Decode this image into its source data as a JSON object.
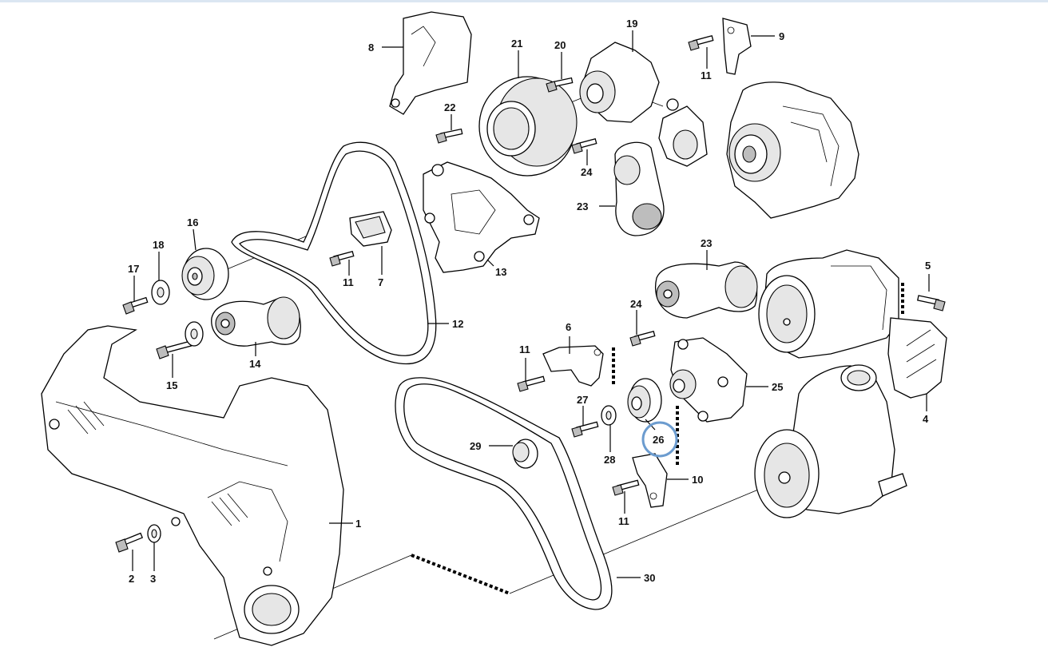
{
  "highlight_color": "#6c9ccf",
  "callouts": [
    {
      "id": "c1",
      "label": "1"
    },
    {
      "id": "c2",
      "label": "2"
    },
    {
      "id": "c3",
      "label": "3"
    },
    {
      "id": "c4",
      "label": "4"
    },
    {
      "id": "c5",
      "label": "5"
    },
    {
      "id": "c6",
      "label": "6"
    },
    {
      "id": "c7",
      "label": "7"
    },
    {
      "id": "c8",
      "label": "8"
    },
    {
      "id": "c9",
      "label": "9"
    },
    {
      "id": "c10",
      "label": "10"
    },
    {
      "id": "c11a",
      "label": "11"
    },
    {
      "id": "c11b",
      "label": "11"
    },
    {
      "id": "c11c",
      "label": "11"
    },
    {
      "id": "c11d",
      "label": "11"
    },
    {
      "id": "c12",
      "label": "12"
    },
    {
      "id": "c13",
      "label": "13"
    },
    {
      "id": "c14",
      "label": "14"
    },
    {
      "id": "c15",
      "label": "15"
    },
    {
      "id": "c16",
      "label": "16"
    },
    {
      "id": "c17",
      "label": "17"
    },
    {
      "id": "c18",
      "label": "18"
    },
    {
      "id": "c19",
      "label": "19"
    },
    {
      "id": "c20",
      "label": "20"
    },
    {
      "id": "c21",
      "label": "21"
    },
    {
      "id": "c22",
      "label": "22"
    },
    {
      "id": "c23a",
      "label": "23"
    },
    {
      "id": "c23b",
      "label": "23"
    },
    {
      "id": "c24a",
      "label": "24"
    },
    {
      "id": "c24b",
      "label": "24"
    },
    {
      "id": "c25",
      "label": "25"
    },
    {
      "id": "c26",
      "label": "26"
    },
    {
      "id": "c27",
      "label": "27"
    },
    {
      "id": "c28",
      "label": "28"
    },
    {
      "id": "c29",
      "label": "29"
    },
    {
      "id": "c30",
      "label": "30"
    }
  ]
}
